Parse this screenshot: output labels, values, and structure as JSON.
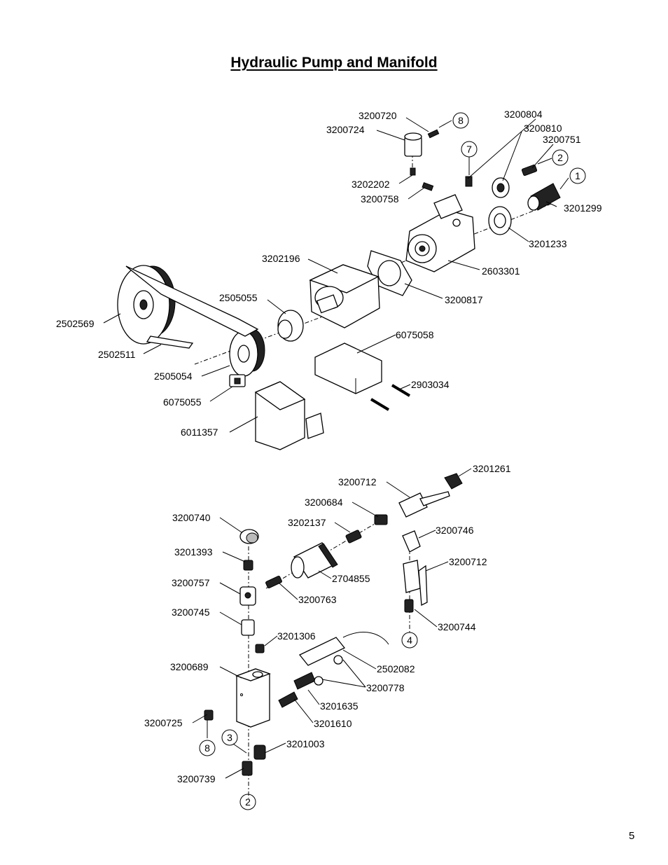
{
  "title": "Hydraulic Pump and Manifold",
  "page_number": "5",
  "callouts": {
    "c1": "1",
    "c2a": "2",
    "c2b": "2",
    "c3": "3",
    "c4": "4",
    "c7": "7",
    "c8a": "8",
    "c8b": "8"
  },
  "labels": {
    "p3200720": "3200720",
    "p3200724": "3200724",
    "p3200804": "3200804",
    "p3200810": "3200810",
    "p3200751": "3200751",
    "p3202202": "3202202",
    "p3200758": "3200758",
    "p3201299": "3201299",
    "p3201233": "3201233",
    "p3202196": "3202196",
    "p2603301": "2603301",
    "p2505055": "2505055",
    "p3200817": "3200817",
    "p2502569": "2502569",
    "p6075058": "6075058",
    "p2502511": "2502511",
    "p2505054": "2505054",
    "p2903034": "2903034",
    "p6075055": "6075055",
    "p6011357": "6011357",
    "p3201261": "3201261",
    "p3200712a": "3200712",
    "p3200684": "3200684",
    "p3200740": "3200740",
    "p3202137": "3202137",
    "p3200746": "3200746",
    "p3201393": "3201393",
    "p3200712b": "3200712",
    "p3200757": "3200757",
    "p2704855": "2704855",
    "p3200763": "3200763",
    "p3200744": "3200744",
    "p3200745": "3200745",
    "p3201306": "3201306",
    "p3200689": "3200689",
    "p2502082": "2502082",
    "p3200778": "3200778",
    "p3201635": "3201635",
    "p3200725": "3200725",
    "p3201610": "3201610",
    "p3201003": "3201003",
    "p3200739": "3200739"
  }
}
